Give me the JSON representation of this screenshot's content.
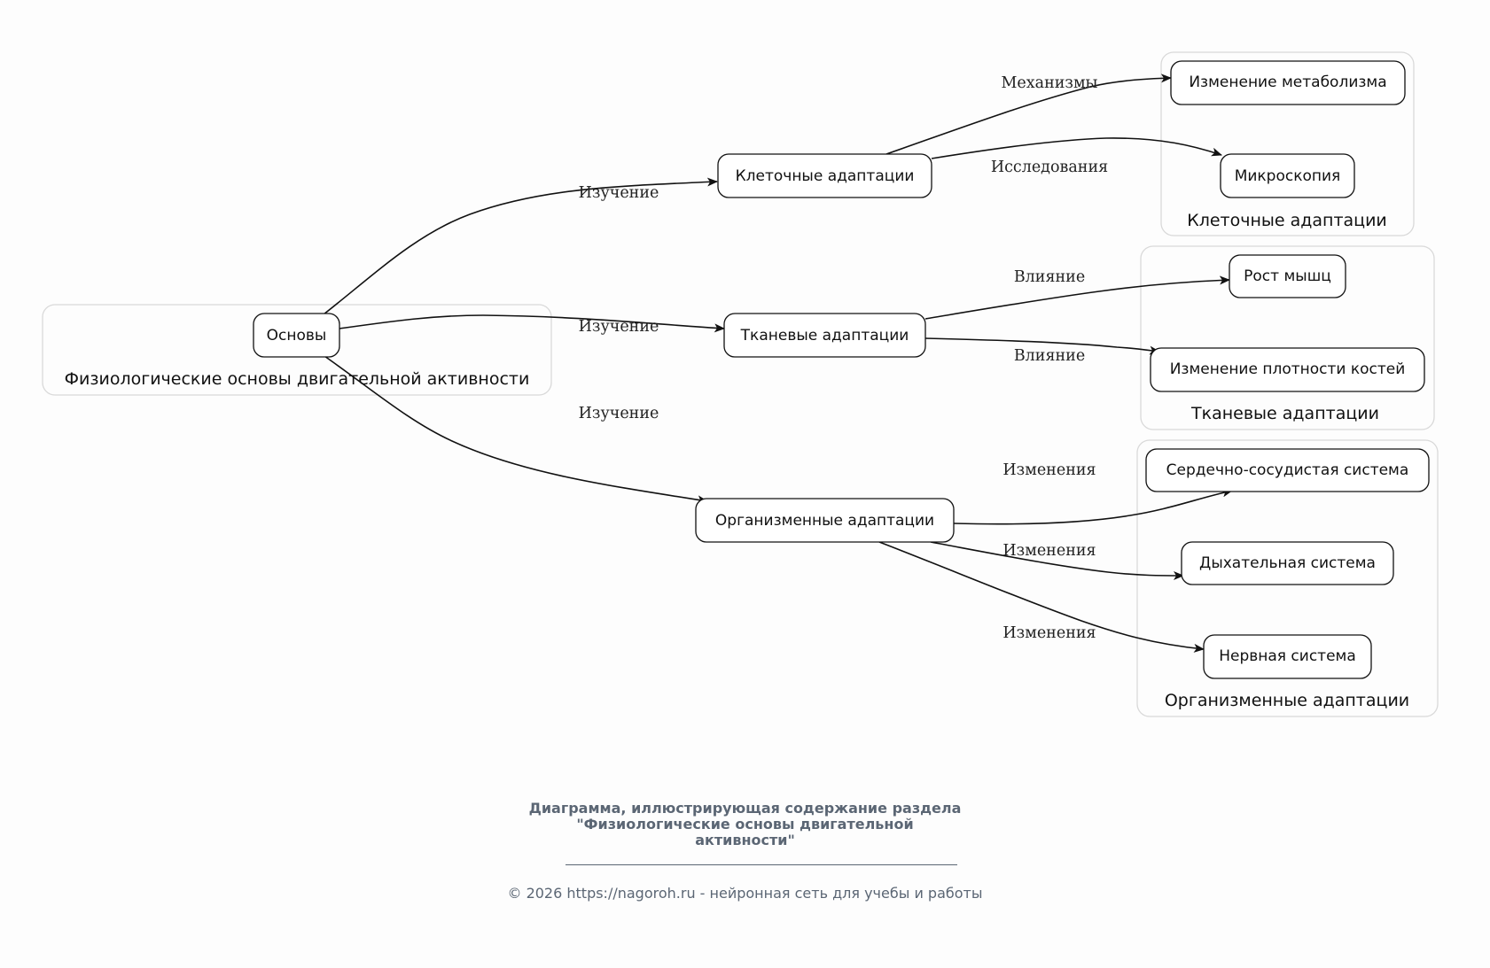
{
  "diagram": {
    "clusters": {
      "root": "Физиологические основы двигательной активности",
      "cellular": "Клеточные адаптации",
      "tissue": "Тканевые адаптации",
      "organism": "Организменные адаптации"
    },
    "nodes": {
      "root": "Основы",
      "cellular": "Клеточные адаптации",
      "tissue": "Тканевые адаптации",
      "organism": "Организменные адаптации",
      "metabolism": "Изменение метаболизма",
      "microscopy": "Микроскопия",
      "muscle": "Рост мышц",
      "bone": "Изменение плотности костей",
      "cardio": "Сердечно-сосудистая система",
      "respiratory": "Дыхательная система",
      "nervous": "Нервная система"
    },
    "edges": {
      "root_cellular": "Изучение",
      "root_tissue": "Изучение",
      "root_organism": "Изучение",
      "cellular_metabolism": "Механизмы",
      "cellular_microscopy": "Исследования",
      "tissue_muscle": "Влияние",
      "tissue_bone": "Влияние",
      "organism_cardio": "Изменения",
      "organism_respiratory": "Изменения",
      "organism_nervous": "Изменения"
    }
  },
  "caption": {
    "title_lines": [
      "Диаграмма, иллюстрирующая содержание раздела",
      "\"Физиологические основы двигательной",
      "активности\""
    ],
    "copyright": "© 2026 https://nagoroh.ru - нейронная сеть для учебы и работы"
  }
}
